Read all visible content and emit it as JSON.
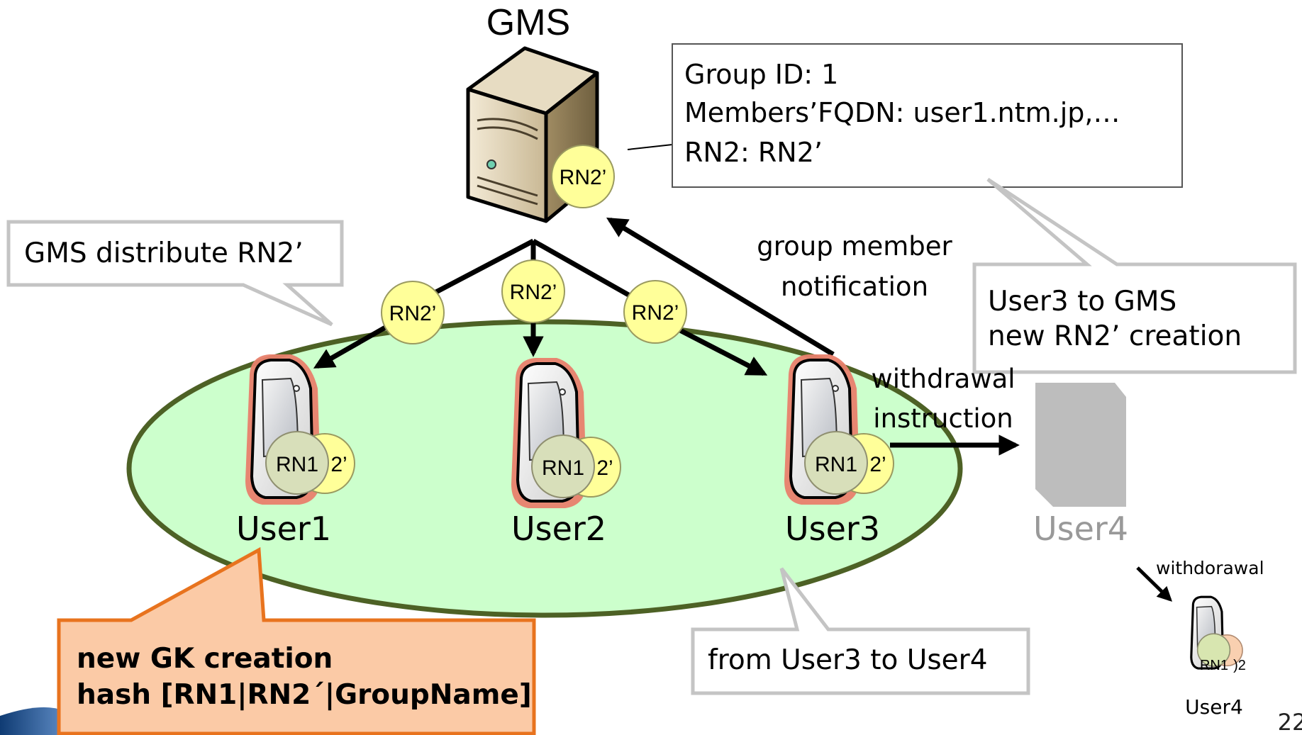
{
  "server": {
    "title": "GMS",
    "badge": "RN2’"
  },
  "info_box": {
    "line1": "Group ID: 1",
    "line2": "Members’FQDN: user1.ntm.jp,…",
    "line3": "RN2: RN2’"
  },
  "callouts": {
    "distribute": "GMS distribute RN2’",
    "creation_line1": "User3 to GMS",
    "creation_line2": "new RN2’ creation",
    "from_user3": "from User3 to User4",
    "gk_line1": "new GK creation",
    "gk_line2": "hash [RN1|RN2´|GroupName]"
  },
  "arrows": {
    "notification_line1": "group member",
    "notification_line2": "notification",
    "withdrawal_line1": "withdrawal",
    "withdrawal_line2": "instruction",
    "rn2_badge": "RN2’"
  },
  "users": [
    {
      "name": "User1",
      "rn1": "RN1",
      "rn2": "2’"
    },
    {
      "name": "User2",
      "rn1": "RN1",
      "rn2": "2’"
    },
    {
      "name": "User3",
      "rn1": "RN1",
      "rn2": "2’"
    }
  ],
  "user4": {
    "name": "User4"
  },
  "inset": {
    "label": "withdorawal",
    "rn1": "RN1",
    "rn2": ")2",
    "name": "User4"
  },
  "page_number": "22",
  "colors": {
    "group_fill": "#ccffcc",
    "group_stroke": "#4d6125",
    "badge_fill": "#ffff99",
    "rn1_fill": "#d8dfba",
    "phone_glow": "#e8806c",
    "gk_fill": "#fbcaa6",
    "gk_stroke": "#e8731e",
    "callout_stroke": "#c4c4c4",
    "user4_gray": "#bdbdbd"
  }
}
